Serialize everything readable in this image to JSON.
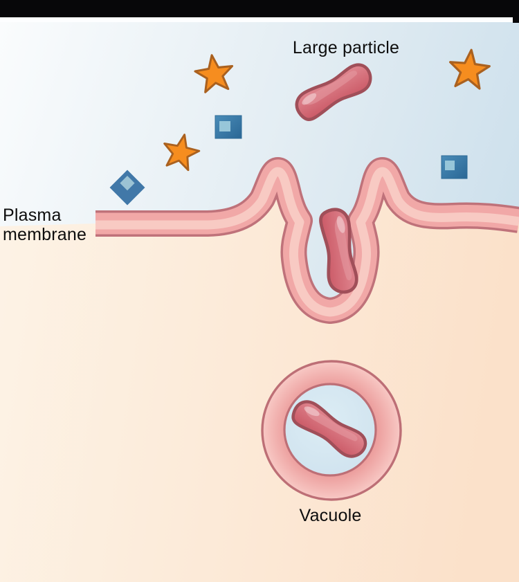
{
  "labels": {
    "large_particle": "Large particle",
    "plasma_membrane": "Plasma membrane",
    "vacuole": "Vacuole"
  },
  "elements": {
    "star_particle_count": 3,
    "square_particle_count": 2,
    "diamond_particle_count": 1,
    "large_particle_count": 3,
    "vacuole_count": 1
  },
  "colors": {
    "top_bar": "#070709",
    "divider_strip": "#fdfeff",
    "extracellular_start": "#fafcfd",
    "extracellular_mid": "#e3edf3",
    "extracellular_end": "#cde0ec",
    "cytoplasm_start": "#fdf3e6",
    "cytoplasm_end": "#fbe1ca",
    "membrane_outline": "#bf727a",
    "membrane_fill": "#f1a8a7",
    "membrane_highlight": "#f8cdc7",
    "particle_top": "#e08790",
    "particle_bottom": "#cb5a67",
    "particle_outline": "#a04f59",
    "particle_gloss": "#f3d2d5",
    "star_fill": "#f68d1f",
    "star_outline": "#aa611f",
    "square_start": "#4a8cb8",
    "square_end": "#2a6795",
    "square_inner": "#97c6d9",
    "diamond_fill": "#4178a8",
    "diamond_inner": "#9cc3d4",
    "vacuole_ring_inner": "#ec9e9d",
    "vacuole_ring_outer": "#f8c9c5",
    "vacuole_lumen_start": "#dcedf5",
    "vacuole_lumen_end": "#cfe2ee",
    "label_text": "#0d0d0d"
  }
}
